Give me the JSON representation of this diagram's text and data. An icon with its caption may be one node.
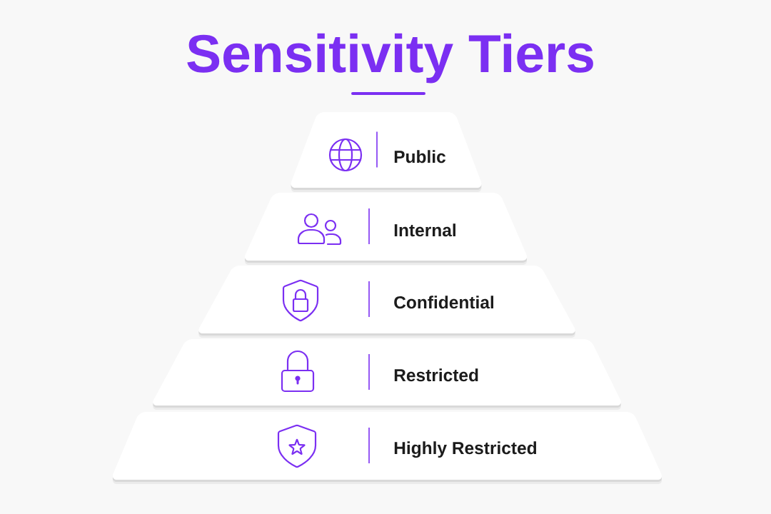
{
  "diagram": {
    "title": "Sensitivity Tiers",
    "nodes": [
      {
        "text": [
          "Public"
        ]
      },
      {
        "text": [
          "Internal"
        ]
      },
      {
        "text": [
          "Confidential"
        ]
      },
      {
        "text": [
          "Restricted"
        ]
      },
      {
        "text": [
          "Highly Restricted"
        ]
      }
    ]
  }
}
